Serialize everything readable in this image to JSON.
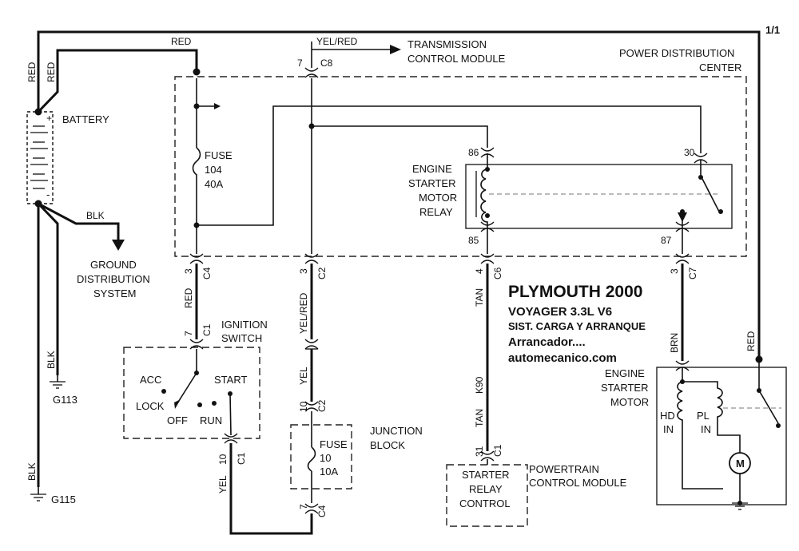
{
  "page_label": "1/1",
  "title": {
    "line1": "PLYMOUTH 2000",
    "line2": "VOYAGER  3.3L  V6",
    "line3": "SIST. CARGA Y ARRANQUE",
    "line4": "Arrancador....",
    "line5": "automecanico.com"
  },
  "battery": {
    "label": "BATTERY",
    "plus": "+",
    "minus": "-"
  },
  "wires": {
    "red": "RED",
    "blk": "BLK",
    "yel_red": "YEL/RED",
    "yel": "YEL",
    "tan": "TAN",
    "tan_k90": "K90",
    "brn": "BRN"
  },
  "ground": {
    "system_line1": "GROUND",
    "system_line2": "DISTRIBUTION",
    "system_line3": "SYSTEM",
    "g113": "G113",
    "g115": "G115"
  },
  "tcm": {
    "line1": "TRANSMISSION",
    "line2": "CONTROL MODULE"
  },
  "pdc": {
    "line1": "POWER DISTRIBUTION",
    "line2": "CENTER"
  },
  "fuse104": {
    "label": "FUSE",
    "number": "104",
    "rating": "40A"
  },
  "fuse10": {
    "label": "FUSE",
    "number": "10",
    "rating": "10A"
  },
  "relay": {
    "line1": "ENGINE",
    "line2": "STARTER",
    "line3": "MOTOR",
    "line4": "RELAY",
    "pin86": "86",
    "pin85": "85",
    "pin30": "30",
    "pin87": "87"
  },
  "ignition": {
    "line1": "IGNITION",
    "line2": "SWITCH",
    "acc": "ACC",
    "lock": "LOCK",
    "off": "OFF",
    "run": "RUN",
    "start": "START"
  },
  "junction": {
    "line1": "JUNCTION",
    "line2": "BLOCK"
  },
  "pcm_box": {
    "line1": "STARTER",
    "line2": "RELAY",
    "line3": "CONTROL"
  },
  "pcm": {
    "line1": "POWERTRAIN",
    "line2": "CONTROL MODULE"
  },
  "motor": {
    "line1": "ENGINE",
    "line2": "STARTER",
    "line3": "MOTOR",
    "hd1": "HD",
    "hd2": "IN",
    "pl1": "PL",
    "pl2": "IN",
    "m": "M"
  },
  "connectors": {
    "c8_pin": "7",
    "c8_name": "C8",
    "c4_top_pin": "3",
    "c4_top_name": "C4",
    "c2_top_pin": "3",
    "c2_top_name": "C2",
    "c6_pin": "4",
    "c6_name": "C6",
    "c7_pin": "3",
    "c7_name": "C7",
    "c1_ign_pin": "7",
    "c1_ign_name": "C1",
    "c1_bot_pin": "10",
    "c1_bot_name": "C1",
    "c2_bot_pin": "10",
    "c2_bot_name": "C2",
    "c4_bot_pin": "7",
    "c4_bot_name": "C4",
    "c1_pcm_pin": "31",
    "c1_pcm_name": "C1"
  }
}
